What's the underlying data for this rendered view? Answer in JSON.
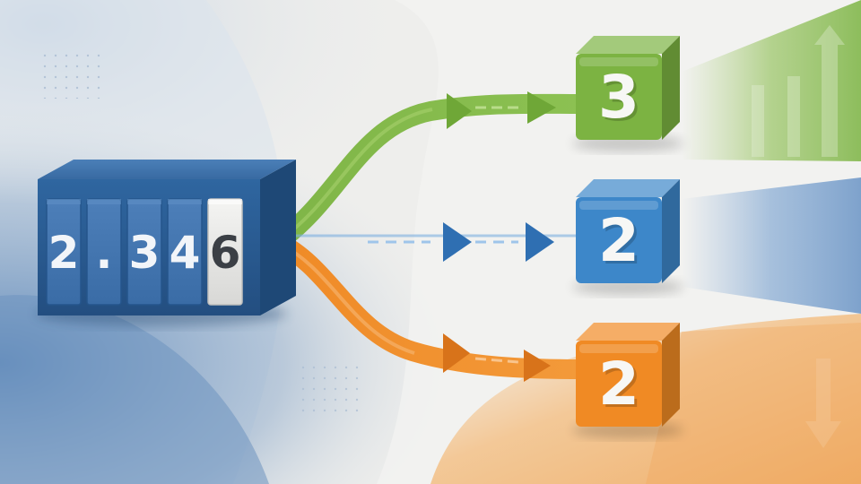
{
  "counter": {
    "digits": [
      "2",
      ".",
      "3",
      "4",
      "6"
    ],
    "highlighted_index": 4
  },
  "outputs": [
    {
      "value": "3",
      "color": "#7cb342"
    },
    {
      "value": "2",
      "color": "#3d87c9"
    },
    {
      "value": "2",
      "color": "#f08a24"
    }
  ],
  "colors": {
    "counter_box": "#2c5f96",
    "background": "#eeeeec"
  }
}
